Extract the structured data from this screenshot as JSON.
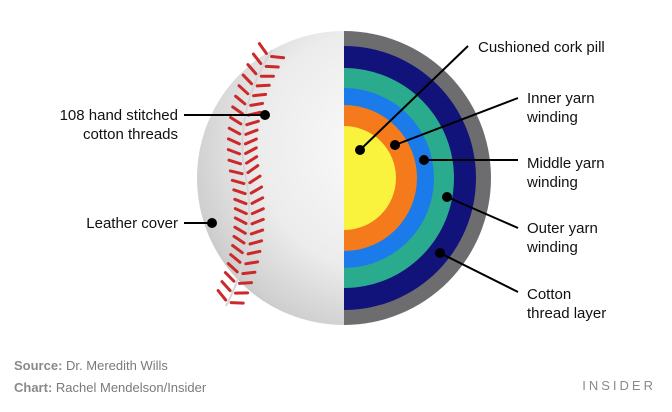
{
  "diagram": {
    "labels": {
      "stitches": [
        "108 hand stitched",
        "cotton threads"
      ],
      "leather": [
        "Leather cover"
      ],
      "cork": [
        "Cushioned cork pill"
      ],
      "inner": [
        "Inner yarn",
        "winding"
      ],
      "middle": [
        "Middle yarn",
        "winding"
      ],
      "outer": [
        "Outer yarn",
        "winding"
      ],
      "cotton": [
        "Cotton",
        "thread layer"
      ]
    },
    "colors": {
      "leather": "#efefef",
      "stitch": "#cc2a2a",
      "cover": "#6d6d6f",
      "cotton": "#12137a",
      "outer": "#2aab8e",
      "middle": "#1b7bea",
      "inner": "#f47a1c",
      "cork": "#f9f33e",
      "dot": "#000000"
    }
  },
  "footer": {
    "source_label": "Source:",
    "source_value": "Dr. Meredith Wills",
    "chart_label": "Chart:",
    "chart_value": "Rachel Mendelson/Insider",
    "brand": "INSIDER"
  }
}
